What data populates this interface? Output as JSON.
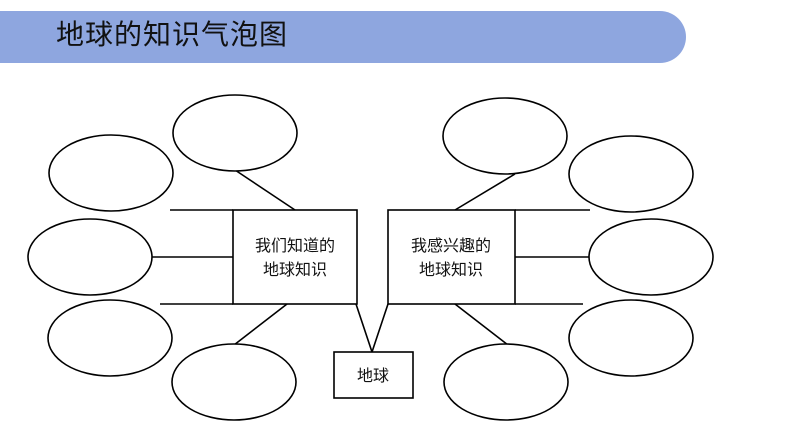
{
  "title": "地球的知识气泡图",
  "colors": {
    "title_bar": "#8ea6df",
    "stroke": "#000000",
    "background": "#ffffff"
  },
  "diagram": {
    "left_box": {
      "line1": "我们知道的",
      "line2": "地球知识"
    },
    "right_box": {
      "line1": "我感兴趣的",
      "line2": "地球知识"
    },
    "bottom_box": {
      "label": "地球"
    },
    "left_bubble_count": 5,
    "right_bubble_count": 5
  }
}
